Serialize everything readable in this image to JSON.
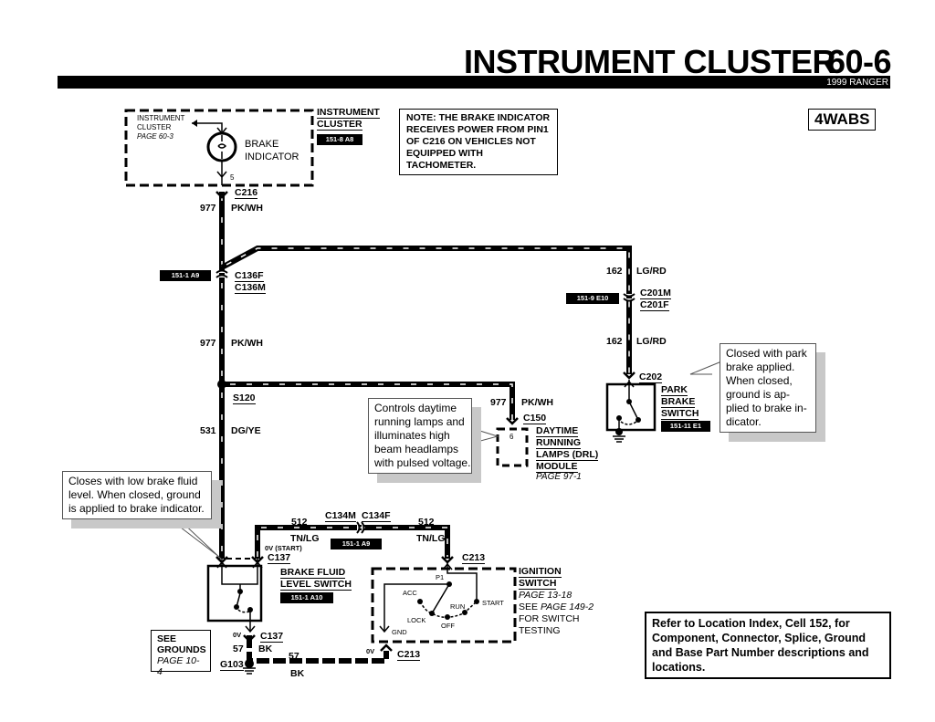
{
  "header": {
    "title": "INSTRUMENT CLUSTER",
    "page_number": "60-6",
    "subtitle": "1999 RANGER"
  },
  "badge": "4WABS",
  "note": "NOTE: THE BRAKE INDICATOR RECEIVES POWER FROM PIN1 OF C216  ON VEHICLES NOT EQUIPPED WITH TACHOMETER.",
  "instrument_cluster": {
    "ref_line1": "INSTRUMENT",
    "ref_line2": "CLUSTER",
    "ref_page": "PAGE 60-3",
    "component_line1": "BRAKE",
    "component_line2": "INDICATOR",
    "pin": "5",
    "name_line1": "INSTRUMENT",
    "name_line2": "CLUSTER",
    "location_tag": "151-8 A8"
  },
  "connectors": {
    "c216": "C216",
    "c136f": "C136F",
    "c136m": "C136M",
    "c136_tag": "151-1 A9",
    "c201m": "C201M",
    "c201f": "C201F",
    "c201_tag": "151-9 E10",
    "c202": "C202",
    "s120": "S120",
    "c150": "C150",
    "c150_pin": "6",
    "c134m": "C134M",
    "c134f": "C134F",
    "c134_tag": "151-1 A9",
    "c137_top": "C137",
    "c137_top_voltage": "0V (START)",
    "c137_bottom": "C137",
    "c137_bottom_voltage": "0V",
    "c213_top": "C213",
    "c213_bottom": "C213",
    "c213_bottom_voltage": "0V",
    "g103": "G103"
  },
  "wires": {
    "w977_top": {
      "circuit": "977",
      "color": "PK/WH"
    },
    "w977_mid": {
      "circuit": "977",
      "color": "PK/WH"
    },
    "w977_drl": {
      "circuit": "977",
      "color": "PK/WH"
    },
    "w162_top": {
      "circuit": "162",
      "color": "LG/RD"
    },
    "w162_bot": {
      "circuit": "162",
      "color": "LG/RD"
    },
    "w531": {
      "circuit": "531",
      "color": "DG/YE"
    },
    "w512_left": {
      "circuit": "512",
      "color": "TN/LG"
    },
    "w512_right": {
      "circuit": "512",
      "color": "TN/LG"
    },
    "w57_vert": {
      "circuit": "57",
      "color": "BK"
    },
    "w57_horiz": {
      "circuit": "57",
      "color": "BK"
    }
  },
  "park_brake_switch": {
    "line1": "PARK",
    "line2": "BRAKE",
    "line3": "SWITCH",
    "location_tag": "151-11 E1"
  },
  "drl_module": {
    "line1": "DAYTIME",
    "line2": "RUNNING",
    "line3": "LAMPS (DRL)",
    "line4": "MODULE",
    "page": "PAGE 97-1"
  },
  "brake_fluid_switch": {
    "line1": "BRAKE FLUID",
    "line2": "LEVEL SWITCH",
    "location_tag": "151-1 A10"
  },
  "ignition_switch": {
    "line1": "IGNITION",
    "line2": "SWITCH",
    "page": "PAGE 13-18",
    "see_prefix": "SEE",
    "see_page": "PAGE 149-2",
    "line_for": "FOR SWITCH",
    "line_testing": "TESTING",
    "positions": {
      "p1": "P1",
      "acc": "ACC",
      "lock": "LOCK",
      "off": "OFF",
      "run": "RUN",
      "start": "START",
      "gnd": "GND"
    }
  },
  "grounds_ref": {
    "line1": "SEE",
    "line2": "GROUNDS",
    "page": "PAGE 10-4"
  },
  "callouts": {
    "park_brake": [
      "Closed with park",
      "brake applied.",
      "When closed,",
      "ground is ap-",
      "plied to brake in-",
      "dicator."
    ],
    "drl": [
      "Controls daytime",
      "running lamps and",
      "illuminates high",
      "beam headlamps",
      "with pulsed voltage."
    ],
    "brake_fluid": [
      "Closes with low brake fluid",
      "level. When closed, ground",
      "is applied to brake indicator."
    ]
  },
  "location_index_note": "Refer to Location Index, Cell 152, for Component, Connector, Splice, Ground and Base Part Number descriptions and locations."
}
